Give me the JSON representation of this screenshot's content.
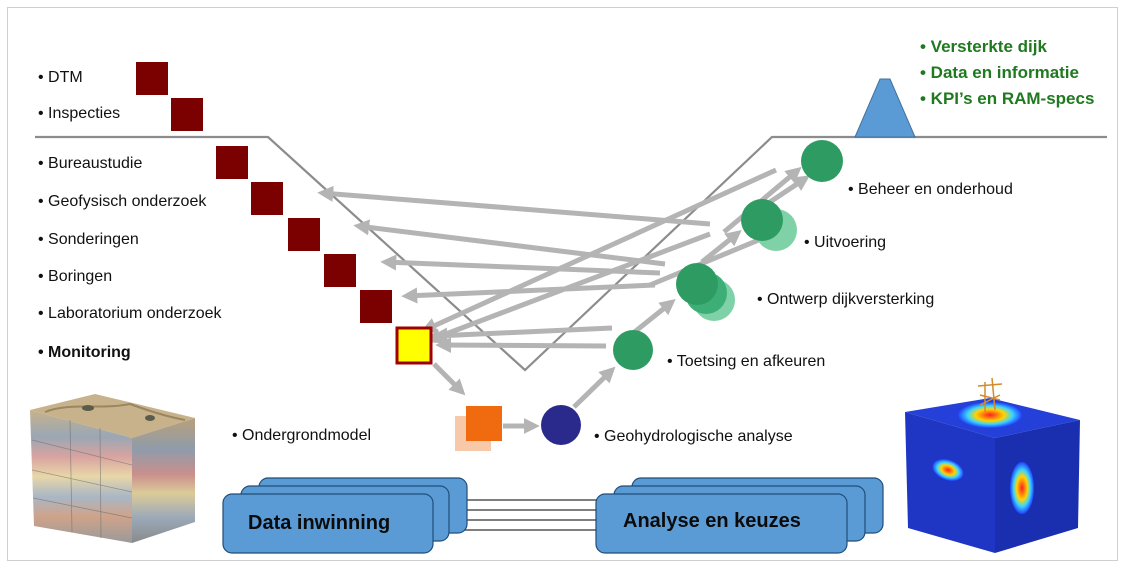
{
  "title": "",
  "left_labels": {
    "dtm": "• DTM",
    "inspecties": "• Inspecties",
    "bureaustudie": "• Bureaustudie",
    "geofysisch": "• Geofysisch  onderzoek",
    "sonderingen": "• Sonderingen",
    "boringen": "• Boringen",
    "laboratorium": "• Laboratorium onderzoek",
    "monitoring": "• Monitoring",
    "ondergrondmodel": "• Ondergrondmodel"
  },
  "right_labels": {
    "beheer": "• Beheer en onderhoud",
    "uitvoering": "• Uitvoering",
    "ontwerp": "• Ontwerp dijkversterking",
    "toetsing": "• Toetsing en afkeuren",
    "geohydro": "• Geohydrologische analyse"
  },
  "outcomes": [
    "• Versterkte dijk",
    "• Data en informatie",
    "• KPI’s en RAM-specs"
  ],
  "boxes": {
    "left": "Data inwinning",
    "right": "Analyse en keuzes"
  },
  "colors": {
    "data_square": "#7b0000",
    "monitoring_fill": "#ffff00",
    "monitoring_border": "#a00000",
    "model_square": "#f06a10",
    "model_shadow": "#f7c9a8",
    "analysis_circle": "#2a2a8c",
    "step_circle": "#2e9c62",
    "step_circle_light": "#7fd1a8",
    "arrow": "#b4b4b4",
    "box_fill": "#5b9bd5",
    "box_border": "#1f4e79",
    "dike": "#5b9bd5",
    "outcome_text": "#1f7a1f"
  }
}
